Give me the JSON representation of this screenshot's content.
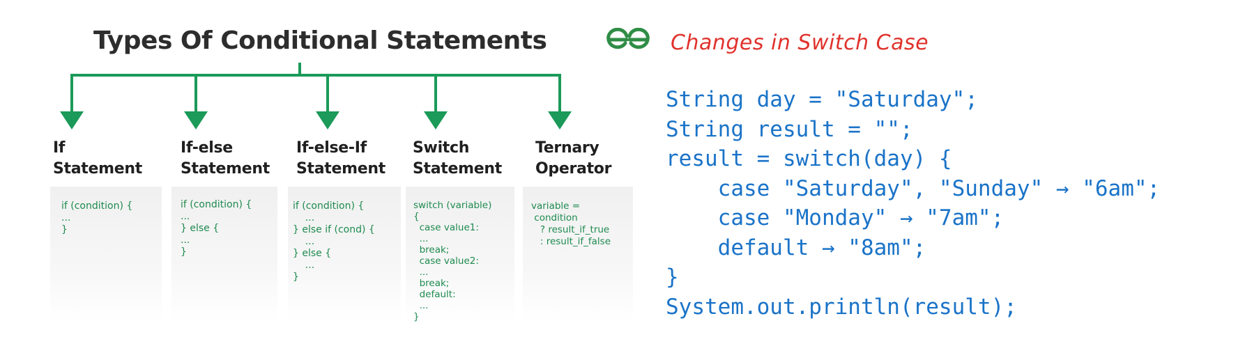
{
  "diagram": {
    "title": "Types Of Conditional Statements",
    "colors": {
      "accent": "#1b9a59",
      "code": "#1e8a4f",
      "card": "#f2f2f2"
    },
    "types": [
      {
        "label_line1": "If",
        "label_line2": "Statement",
        "code": "if (condition) {\n...\n}"
      },
      {
        "label_line1": "If-else",
        "label_line2": "Statement",
        "code": "if (condition) {\n...\n} else {\n...\n}"
      },
      {
        "label_line1": "If-else-If",
        "label_line2": "Statement",
        "code": "if (condition) {\n    ...\n} else if (cond) {\n    ...\n} else {\n    ...\n}"
      },
      {
        "label_line1": "Switch",
        "label_line2": "Statement",
        "code": "switch (variable)\n{\n  case value1:\n  ...\n  break;\n  case value2:\n  ...\n  break;\n  default:\n  ...\n}"
      },
      {
        "label_line1": "Ternary",
        "label_line2": "Operator",
        "code": "variable =\n condition\n   ? result_if_true\n   : result_if_false"
      }
    ]
  },
  "switch_panel": {
    "logo_icon": "gfg-logo-icon",
    "logo_color": "#2f8d46",
    "title": "Changes in Switch Case",
    "title_color": "#e0322c",
    "code_color": "#1a73c8",
    "code_lines": [
      "String day = \"Saturday\";",
      "String result = \"\";",
      "result = switch(day) {",
      "    case \"Saturday\", \"Sunday\" → \"6am\";",
      "    case \"Monday\" → \"7am\";",
      "    default → \"8am\";",
      "}",
      "System.out.println(result);"
    ]
  }
}
